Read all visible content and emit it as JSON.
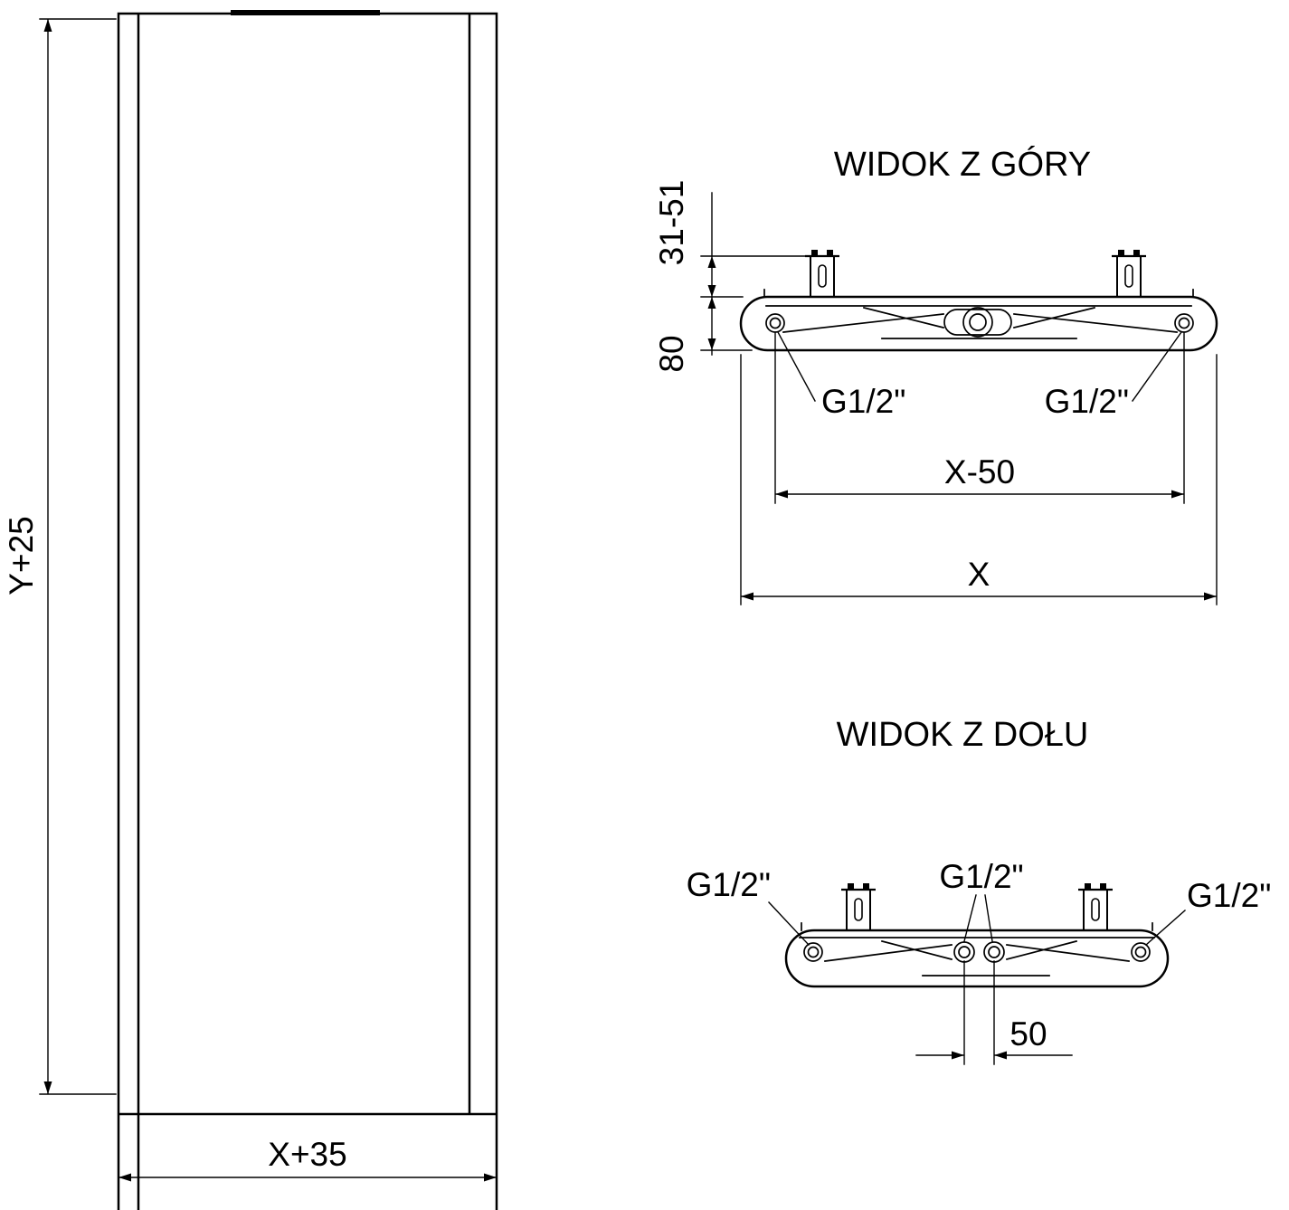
{
  "front_view": {
    "height_label": "Y+25",
    "width_label": "X+35"
  },
  "top_view": {
    "title": "WIDOK Z GÓRY",
    "bracket_depth_label": "31-51",
    "body_depth_label": "80",
    "left_connection_label": "G1/2\"",
    "right_connection_label": "G1/2\"",
    "port_spacing_label": "X-50",
    "overall_width_label": "X"
  },
  "bottom_view": {
    "title": "WIDOK Z DOŁU",
    "left_connection_label": "G1/2\"",
    "center_connection_label": "G1/2\"",
    "right_connection_label": "G1/2\"",
    "center_spacing_label": "50"
  }
}
